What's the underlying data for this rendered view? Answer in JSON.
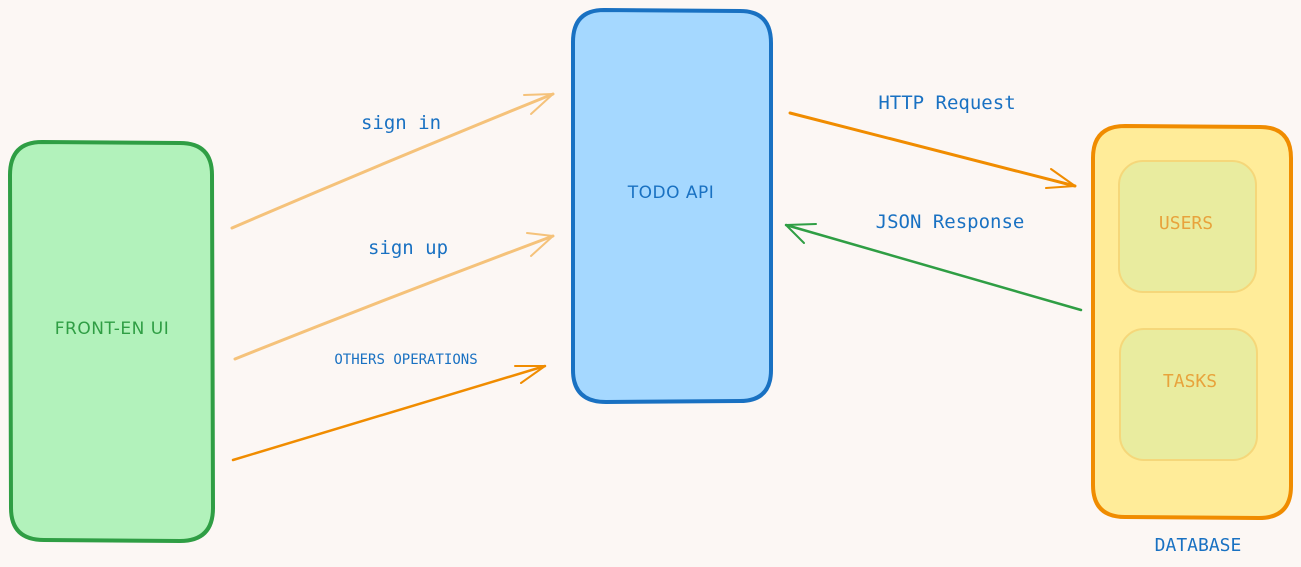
{
  "frontend": {
    "label": "FRONT-EN UI"
  },
  "api": {
    "label": "TODO API"
  },
  "database": {
    "label": "DATABASE",
    "tables": [
      {
        "label": "USERS"
      },
      {
        "label": "TASKS"
      }
    ]
  },
  "edges": {
    "sign_in": "sign in",
    "sign_up": "sign up",
    "others": "OTHERS OPERATIONS",
    "http_request": "HTTP Request",
    "json_response": "JSON Response"
  },
  "colors": {
    "background": "#fcf7f4",
    "frontend_fill": "#b2f2bb",
    "frontend_stroke": "#2f9e44",
    "api_fill": "#a5d8ff",
    "api_stroke": "#1971c2",
    "db_fill": "#ffec99",
    "db_stroke": "#f08c00",
    "table_fill": "#e9ec9f",
    "table_stroke": "#f5d77a",
    "table_text": "#e8a33c",
    "arrow_light": "#f5c27a",
    "arrow_dark": "#f08c00",
    "arrow_green": "#2f9e44",
    "label_blue": "#1971c2"
  }
}
